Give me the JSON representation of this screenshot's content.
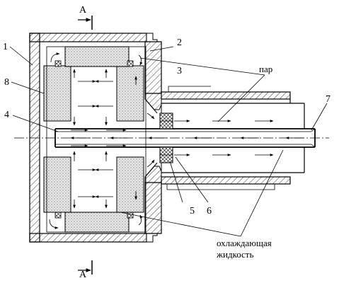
{
  "section_label": "A",
  "section_label_bottom": "A",
  "labels": {
    "l1": "1",
    "l2": "2",
    "l3": "3",
    "l4": "4",
    "l5": "5",
    "l6": "6",
    "l7": "7",
    "l8": "8"
  },
  "annotations": {
    "steam": "пар",
    "coolant_line1": "охлаждающая",
    "coolant_line2": "жидкость"
  }
}
